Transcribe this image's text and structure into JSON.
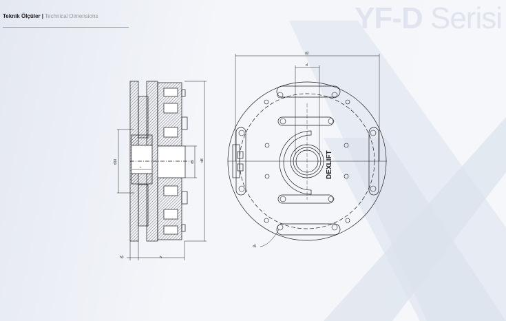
{
  "header": {
    "title_tr": "Teknik Ölçüler",
    "separator": "|",
    "title_en": "Technical Dimensions"
  },
  "series": {
    "model": "YF-D",
    "suffix": "Serisi"
  },
  "brand": "DEXLIFT",
  "dimensions": {
    "d": "d",
    "d1": "d1",
    "d2": "d2",
    "d8": "d8",
    "d9": "d9",
    "d10": "d10",
    "h": "h",
    "h3": "h3",
    "l": "L"
  },
  "colors": {
    "accent": "#f07b1a",
    "line": "#1a1a1a"
  }
}
